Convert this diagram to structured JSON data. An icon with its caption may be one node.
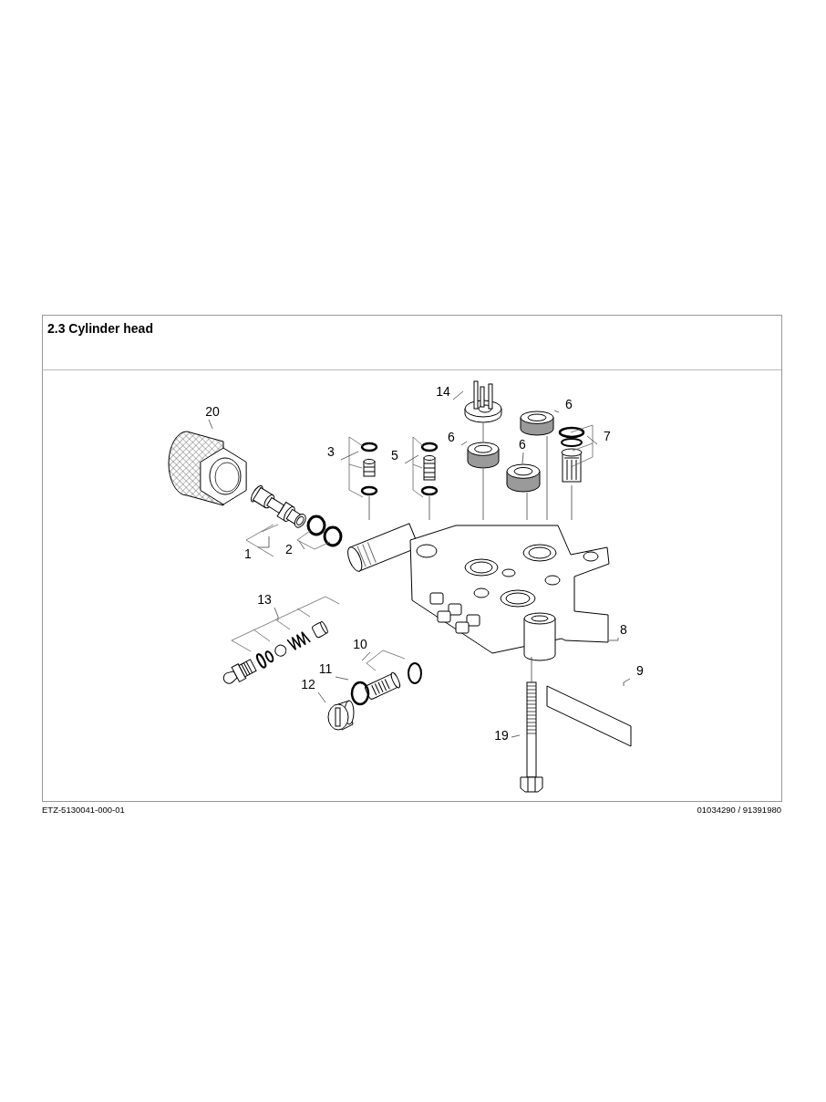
{
  "diagram": {
    "title": "2.3 Cylinder head",
    "nodes": [
      {
        "text": [
          "14"
        ]
      },
      {
        "text": [
          "6"
        ]
      },
      {
        "text": [
          "20"
        ]
      },
      {
        "text": [
          "7"
        ]
      },
      {
        "text": [
          "6"
        ]
      },
      {
        "text": [
          "6"
        ]
      },
      {
        "text": [
          "3"
        ]
      },
      {
        "text": [
          "5"
        ]
      },
      {
        "text": [
          "2"
        ]
      },
      {
        "text": [
          "1"
        ]
      },
      {
        "text": [
          "13"
        ]
      },
      {
        "text": [
          "8"
        ]
      },
      {
        "text": [
          "10"
        ]
      },
      {
        "text": [
          "9"
        ]
      },
      {
        "text": [
          "11"
        ]
      },
      {
        "text": [
          "12"
        ]
      },
      {
        "text": [
          "19"
        ]
      },
      {
        "text": [],
        "shape": "picture"
      },
      {
        "text": [],
        "shape": "ring"
      },
      {
        "text": [],
        "shape": "nut"
      },
      {
        "text": [],
        "shape": "picture"
      },
      {
        "text": [],
        "shape": "ring"
      },
      {
        "text": [],
        "shape": "ring"
      },
      {
        "text": [],
        "shape": "picture"
      },
      {
        "text": [],
        "shape": "picture"
      },
      {
        "text": [],
        "shape": "picture"
      },
      {
        "text": [],
        "shape": "picture"
      },
      {
        "text": [],
        "shape": "picture"
      },
      {
        "text": [],
        "shape": "picture"
      },
      {
        "text": [],
        "shape": "picture"
      },
      {
        "text": [],
        "shape": "box"
      },
      {
        "text": [],
        "shape": "circle"
      },
      {
        "text": [],
        "shape": "picture"
      },
      {
        "text": [],
        "shape": "picture"
      }
    ],
    "edges": [
      {
        "from": 0,
        "to": 17,
        "arrow": "none"
      },
      {
        "from": 1,
        "to": 18,
        "arrow": "none"
      },
      {
        "from": 2,
        "to": 19,
        "arrow": "none"
      },
      {
        "from": 3,
        "to": 20,
        "arrow": "none"
      },
      {
        "from": 4,
        "to": 21,
        "arrow": "none"
      },
      {
        "from": 5,
        "to": 22,
        "arrow": "none"
      },
      {
        "from": 6,
        "to": 23,
        "arrow": "none"
      },
      {
        "from": 7,
        "to": 24,
        "arrow": "none"
      },
      {
        "from": 8,
        "to": 25,
        "arrow": "none"
      },
      {
        "from": 9,
        "to": 26,
        "arrow": "none"
      },
      {
        "from": 10,
        "to": 27,
        "arrow": "none"
      },
      {
        "from": 11,
        "to": 28,
        "arrow": "none"
      },
      {
        "from": 12,
        "to": 29,
        "arrow": "none"
      },
      {
        "from": 13,
        "to": 30,
        "arrow": "none"
      },
      {
        "from": 14,
        "to": 31,
        "arrow": "none"
      },
      {
        "from": 15,
        "to": 32,
        "arrow": "none"
      },
      {
        "from": 16,
        "to": 33,
        "arrow": "none"
      },
      {
        "from": 17,
        "to": 21,
        "arrow": "none"
      },
      {
        "from": 21,
        "to": 28,
        "arrow": "none"
      },
      {
        "from": 22,
        "to": 28,
        "arrow": "none"
      },
      {
        "from": 18,
        "to": 28,
        "arrow": "none"
      },
      {
        "from": 20,
        "to": 28,
        "arrow": "none"
      },
      {
        "from": 23,
        "to": 28,
        "arrow": "none"
      },
      {
        "from": 24,
        "to": 28,
        "arrow": "none"
      },
      {
        "from": 33,
        "to": 28,
        "arrow": "none"
      }
    ],
    "labels": [
      "ETZ-5130041-000-01",
      "01034290 / 91391980"
    ]
  }
}
